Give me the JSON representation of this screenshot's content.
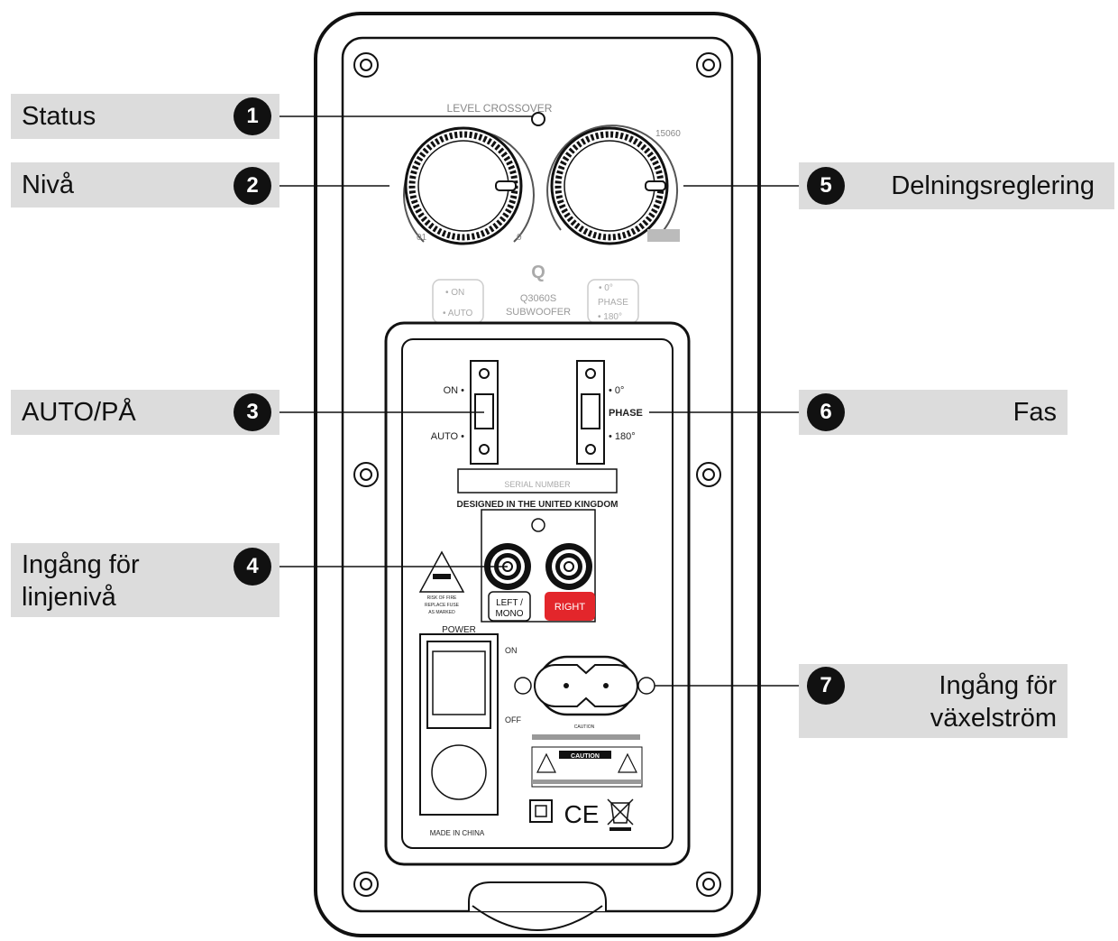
{
  "callouts": [
    {
      "number": "1",
      "label": "Status"
    },
    {
      "number": "2",
      "label": "Nivå"
    },
    {
      "number": "3",
      "label": "AUTO/PÅ"
    },
    {
      "number": "4",
      "label_line1": "Ingång för",
      "label_line2": "linjenivå"
    },
    {
      "number": "5",
      "label": "Delningsreglering"
    },
    {
      "number": "6",
      "label": "Fas"
    },
    {
      "number": "7",
      "label_line1": "Ingång för",
      "label_line2": "växelström"
    }
  ],
  "panel": {
    "top_legend": "LEVEL CROSSOVER",
    "crossover_scale_top": "15060",
    "level_scale_min": "01",
    "level_scale_max": "0",
    "logo": "Q",
    "model_line1": "Q3060S",
    "model_line2": "SUBWOOFER",
    "legend_on": "• ON",
    "legend_auto": "• AUTO",
    "legend_phase_0": "• 0°",
    "legend_phase": "PHASE",
    "legend_phase_180": "• 180°",
    "switch_on": "ON •",
    "switch_auto": "AUTO •",
    "phase_0": "• 0°",
    "phase_label": "PHASE",
    "phase_180": "• 180°",
    "serial": "SERIAL NUMBER",
    "designed": "DESIGNED IN THE UNITED KINGDOM",
    "left_mono_1": "LEFT /",
    "left_mono_2": "MONO",
    "right": "RIGHT",
    "fuse_note_1": "RISK OF FIRE",
    "fuse_note_2": "REPLACE FUSE",
    "fuse_note_3": "AS MARKED",
    "power": "POWER",
    "on": "ON",
    "off": "OFF",
    "caution_small": "CAUTION",
    "caution_box": "CAUTION",
    "made_in": "MADE IN CHINA",
    "ce": "CE"
  },
  "colors": {
    "right_terminal": "#e3262b",
    "label_bg": "#dcdcdc",
    "badge": "#111111"
  }
}
